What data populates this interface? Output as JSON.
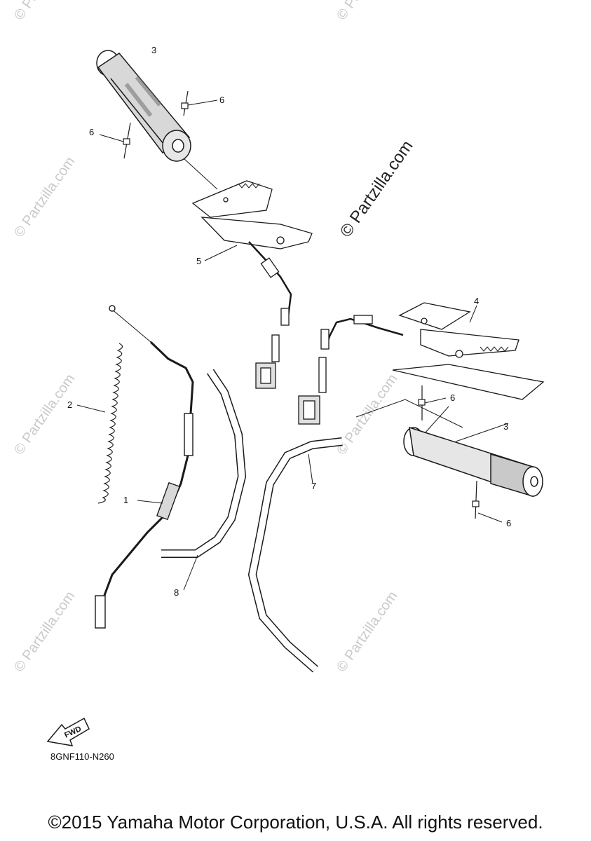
{
  "callouts": [
    "3",
    "6",
    "6",
    "5",
    "4",
    "2",
    "1",
    "8",
    "7",
    "6",
    "3",
    "6"
  ],
  "watermark": {
    "main": "© Partzilla.com",
    "faint": "© Partzilla.com"
  },
  "fwd_label": "FWD",
  "diagram_code": "8GNF110-N260",
  "copyright": "©2015 Yamaha Motor Corporation, U.S.A. All rights reserved.",
  "colors": {
    "line": "#1a1a1a",
    "shade": "#555555",
    "watermark": "#c9c9c9"
  }
}
